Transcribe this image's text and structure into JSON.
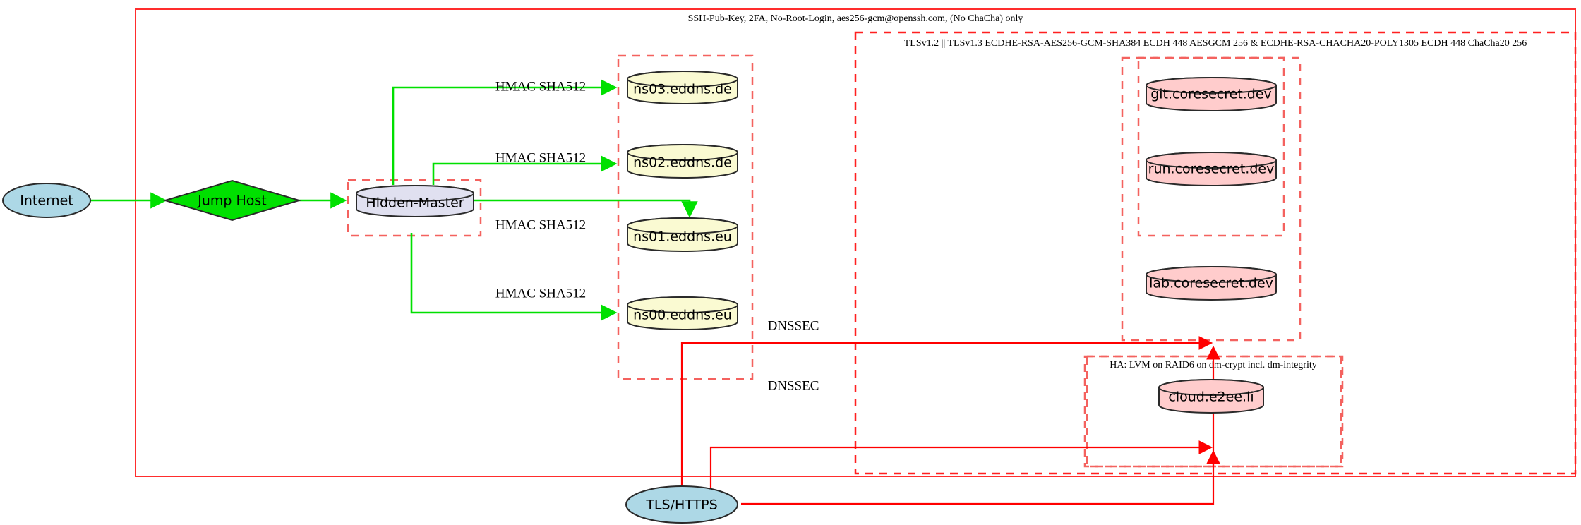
{
  "diagram": {
    "title_clusters": {
      "outer_ssh": "SSH-Pub-Key, 2FA, No-Root-Login, aes256-gcm@openssh.com, (No ChaCha) only",
      "tls_suite": "TLSv1.2 || TLSv1.3 ECDHE-RSA-AES256-GCM-SHA384 ECDH 448 AESGCM 256 & ECDHE-RSA-CHACHA20-POLY1305 ECDH 448 ChaCha20 256",
      "ha_storage": "HA: LVM on RAID6 on dm-crypt incl. dm-integrity"
    },
    "nodes": {
      "internet": "Internet",
      "jump_host": "Jump Host",
      "hidden_master": "Hidden-Master",
      "ns03": "ns03.eddns.de",
      "ns02": "ns02.eddns.de",
      "ns01": "ns01.eddns.eu",
      "ns00": "ns00.eddns.eu",
      "git": "git.coresecret.dev",
      "run": "run.coresecret.dev",
      "lab": "lab.coresecret.dev",
      "cloud": "cloud.e2ee.li",
      "tls_https": "TLS/HTTPS"
    },
    "edge_labels": {
      "hmac_ns03": "HMAC SHA512",
      "hmac_ns02": "HMAC SHA512",
      "hmac_ns01": "HMAC SHA512",
      "hmac_ns00": "HMAC SHA512",
      "dnssec_upper": "DNSSEC",
      "dnssec_lower": "DNSSEC"
    },
    "colors": {
      "internet_fill": "#add8e6",
      "jump_host_fill": "#00e000",
      "hidden_master_fill": "#e0e0f0",
      "ns_fill": "#fafad2",
      "service_fill": "#ffcccc",
      "tls_fill": "#add8e6",
      "green_edge": "#00e000",
      "red_edge": "#ff0000",
      "cluster_border": "#ff2d2d"
    }
  }
}
